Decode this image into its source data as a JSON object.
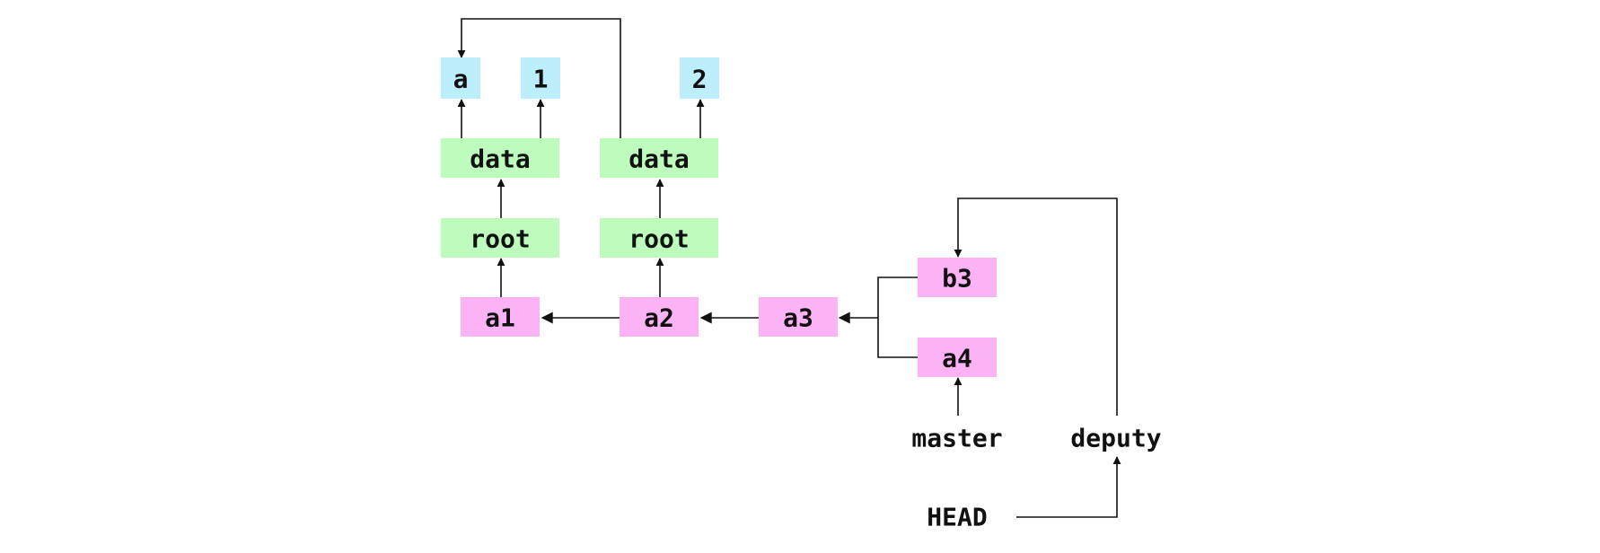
{
  "colors": {
    "blob": "#bdeefc",
    "tree": "#bdfcbd",
    "commit": "#fcb3f5",
    "line": "#111111"
  },
  "blobs": {
    "a": "a",
    "one": "1",
    "two": "2"
  },
  "trees": {
    "data_left": "data",
    "data_right": "data",
    "root_left": "root",
    "root_right": "root"
  },
  "commits": {
    "a1": "a1",
    "a2": "a2",
    "a3": "a3",
    "a4": "a4",
    "b3": "b3"
  },
  "refs": {
    "master": "master",
    "deputy": "deputy",
    "head": "HEAD"
  }
}
